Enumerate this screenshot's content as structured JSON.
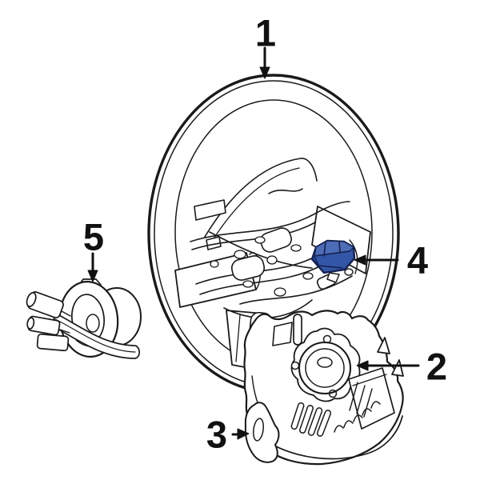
{
  "figure": {
    "type": "parts-diagram",
    "background_color": "#ffffff",
    "line_color": "#1a1a1a",
    "highlight_color": "#3356a7"
  },
  "callouts": [
    {
      "number": "1"
    },
    {
      "number": "2"
    },
    {
      "number": "3"
    },
    {
      "number": "4"
    },
    {
      "number": "5"
    }
  ]
}
